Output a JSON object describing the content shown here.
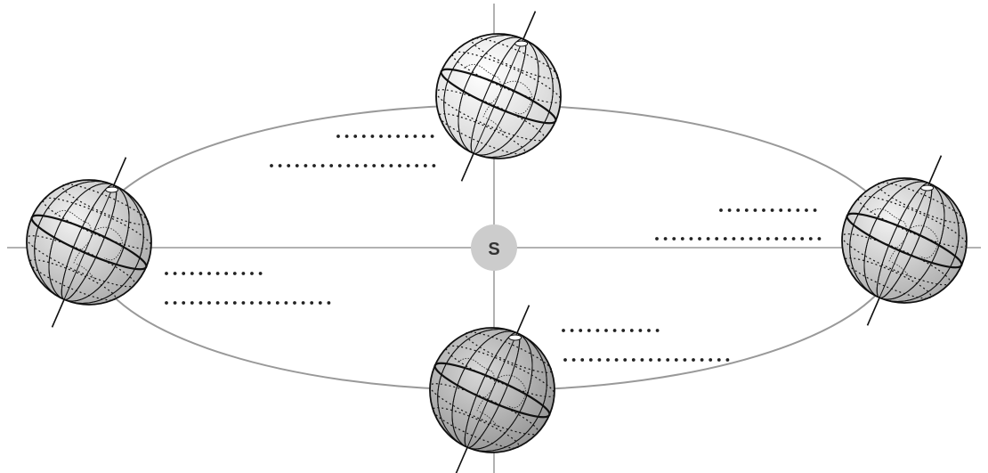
{
  "sun": {
    "label": "S",
    "color": "#cccccc"
  },
  "orbit": {
    "color": "#999999"
  },
  "globes": [
    {
      "position": "top",
      "shading": "light"
    },
    {
      "position": "left",
      "shading": "medium"
    },
    {
      "position": "right",
      "shading": "medium"
    },
    {
      "position": "bottom",
      "shading": "dark"
    }
  ],
  "answer_blanks": [
    {
      "position": "top",
      "lines": 2
    },
    {
      "position": "right",
      "lines": 2
    },
    {
      "position": "left",
      "lines": 2
    },
    {
      "position": "bottom",
      "lines": 2
    }
  ],
  "colors": {
    "globe_light": "#f2f2f2",
    "globe_medium": "#d6d6d6",
    "globe_dark": "#bdbdbd",
    "lines": "#111111"
  }
}
